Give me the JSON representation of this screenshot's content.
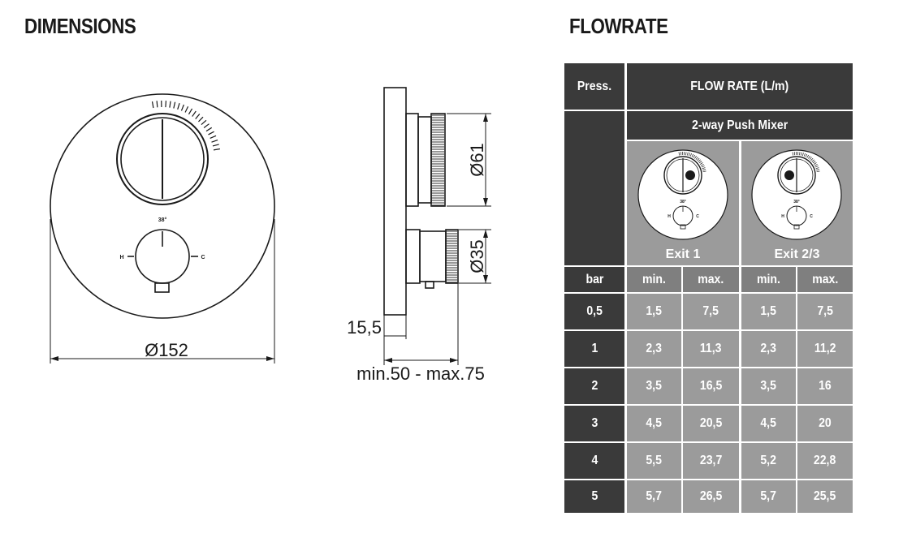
{
  "headings": {
    "dimensions": "DIMENSIONS",
    "flowrate": "FLOWRATE"
  },
  "front_view": {
    "dia_label": "Ø152",
    "scale_label": "38°",
    "hot_label": "H",
    "cold_label": "C"
  },
  "side_view": {
    "dia_upper": "Ø61",
    "dia_lower": "Ø35",
    "plate_label": "15,5",
    "depth_label": "min.50 - max.75"
  },
  "table": {
    "press_header": "Press.",
    "flow_header": "FLOW RATE (L/m)",
    "mixer_header": "2-way Push Mixer",
    "exits": [
      {
        "label": "Exit 1",
        "icon": "mixer-exit1-icon",
        "scale": "38°",
        "h": "H",
        "c": "C"
      },
      {
        "label": "Exit 2/3",
        "icon": "mixer-exit2-icon",
        "scale": "38°",
        "h": "H",
        "c": "C"
      }
    ],
    "unit_header": "bar",
    "sub_headers": [
      "min.",
      "max.",
      "min.",
      "max."
    ],
    "rows": [
      {
        "bar": "0,5",
        "values": [
          "1,5",
          "7,5",
          "1,5",
          "7,5"
        ]
      },
      {
        "bar": "1",
        "values": [
          "2,3",
          "11,3",
          "2,3",
          "11,2"
        ]
      },
      {
        "bar": "2",
        "values": [
          "3,5",
          "16,5",
          "3,5",
          "16"
        ]
      },
      {
        "bar": "3",
        "values": [
          "4,5",
          "20,5",
          "4,5",
          "20"
        ]
      },
      {
        "bar": "4",
        "values": [
          "5,5",
          "23,7",
          "5,2",
          "22,8"
        ]
      },
      {
        "bar": "5",
        "values": [
          "5,7",
          "26,5",
          "5,7",
          "25,5"
        ]
      }
    ]
  }
}
